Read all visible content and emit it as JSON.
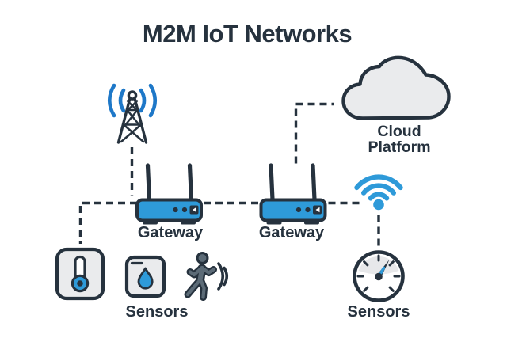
{
  "title": "M2M IoT Networks",
  "nodes": {
    "cell_tower": {
      "icon": "cell-tower-icon"
    },
    "cloud_platform": {
      "icon": "cloud-icon",
      "label": [
        "Cloud",
        "Platform"
      ]
    },
    "gateway_left": {
      "icon": "router-icon",
      "label": "Gateway"
    },
    "gateway_right": {
      "icon": "router-icon",
      "label": "Gateway"
    },
    "wifi": {
      "icon": "wifi-icon"
    },
    "sensor_group_left": {
      "label": "Sensors",
      "icons": [
        "thermometer-icon",
        "humidity-drop-icon",
        "motion-person-icon"
      ]
    },
    "sensor_group_right": {
      "label": "Sensors",
      "icons": [
        "gauge-icon"
      ]
    }
  },
  "connections": [
    {
      "from": "cell-tower",
      "to": "gateway-left",
      "style": "dashed"
    },
    {
      "from": "sensor-group-left",
      "to": "gateway-left",
      "style": "dashed"
    },
    {
      "from": "gateway-left",
      "to": "gateway-right",
      "style": "dashed"
    },
    {
      "from": "gateway-right",
      "to": "cloud-platform",
      "style": "dashed"
    },
    {
      "from": "gateway-right",
      "to": "wifi",
      "style": "dashed"
    },
    {
      "from": "wifi",
      "to": "sensor-group-right",
      "style": "dashed"
    }
  ],
  "colors": {
    "ink": "#26323E",
    "router_blue": "#2E9AD9",
    "signal_blue": "#1E78C8",
    "panel_gray": "#EAEBED",
    "person_gray": "#5C6B77",
    "background": "#FFFFFF"
  }
}
